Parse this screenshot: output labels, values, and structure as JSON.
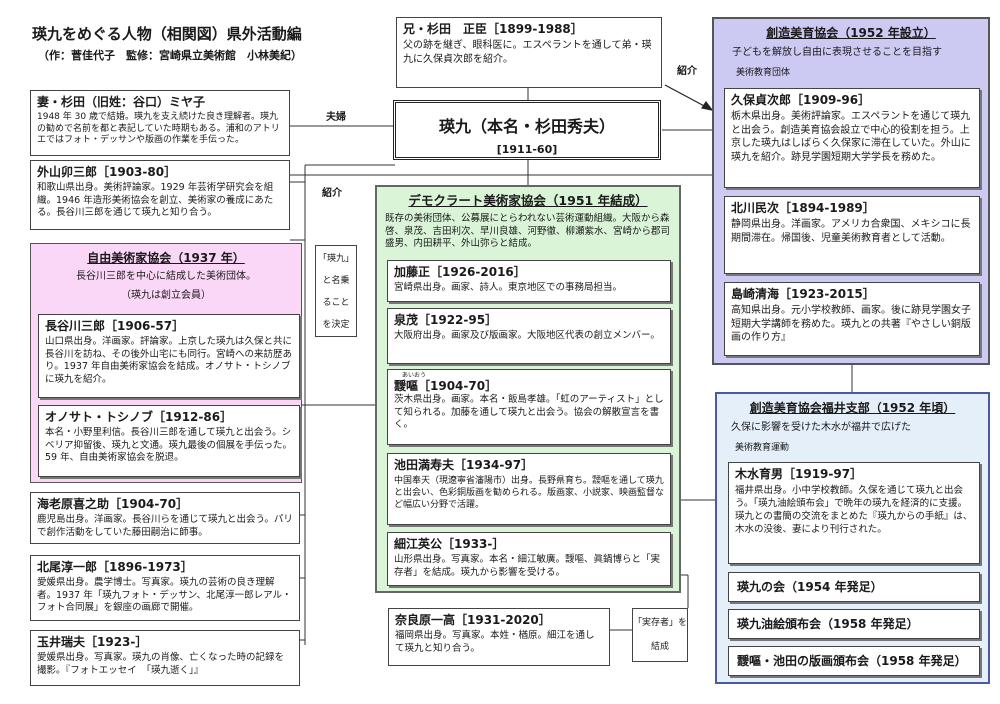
{
  "title": "瑛九をめぐる人物（相関図）県外活動編",
  "credit": "（作：菅佳代子　監修：宮崎県立美術館　小林美紀）",
  "center": {
    "name": "瑛九（本名・杉田秀夫）",
    "years": "[1911-60]"
  },
  "brother": {
    "name": "兄・杉田　正臣［1899-1988］",
    "desc": "父の跡を継ぎ、眼科医に。エスペラントを通して弟・瑛九に久保貞次郎を紹介。"
  },
  "wife": {
    "name": "妻・杉田（旧姓：谷口）ミヤ子",
    "desc": "1948 年 30 歳で結婚。瑛九を支え続けた良き理解者。瑛九の勧めで名前を都と表記していた時期もある。浦和のアトリエではフォト・デッサンや版画の作業を手伝った。"
  },
  "sotoyama": {
    "name": "外山卯三郎［1903-80］",
    "desc": "和歌山県出身。美術評論家。1929 年芸術学研究会を組織。1946 年造形美術協会を創立、美術家の養成にあたる。長谷川三郎を通じて瑛九と知り合う。"
  },
  "labels": {
    "fuufu": "夫婦",
    "shoukai1": "紹介",
    "shoukai2": "紹介",
    "naming": [
      "「瑛九」",
      "と名乗",
      "ること",
      "を決定"
    ],
    "jitsuzonsha": [
      "「実存者」を",
      "結成"
    ]
  },
  "jiyu": {
    "title": "自由美術家協会（1937 年）",
    "sub": "長谷川三郎を中心に結成した美術団体。",
    "note": "（瑛九は創立会員）",
    "members": [
      {
        "name": "長谷川三郎［1906-57］",
        "desc": "山口県出身。洋画家。評論家。上京した瑛九は久保と共に長谷川を訪ね、その後外山宅にも同行。宮崎への来訪歴あり。1937 年自由美術家協会を結成。オノサト・トシノブに瑛九を紹介。"
      },
      {
        "name": "オノサト・トシノブ［1912-86］",
        "desc": "本名・小野里利信。長谷川三郎を通して瑛九と出会う。シベリア抑留後、瑛九と文通。瑛九最後の個展を手伝った。59 年、自由美術家協会を脱退。"
      }
    ]
  },
  "left_people": [
    {
      "name": "海老原喜之助［1904-70］",
      "desc": "鹿児島出身。洋画家。長谷川らを通じて瑛九と出会う。パリで創作活動をしていた藤田嗣治に師事。"
    },
    {
      "name": "北尾淳一郎［1896-1973］",
      "desc": "愛媛県出身。農学博士。写真家。瑛九の芸術の良き理解者。1937 年「瑛九フォト・デッサン、北尾淳一郎レアル・フォト合同展」を銀座の画廊で開催。"
    },
    {
      "name": "玉井瑞夫［1923-］",
      "desc": "愛媛県出身。写真家。瑛九の肖像、亡くなった時の記録を撮影。『フォトエッセイ　「瑛九逝く」』"
    }
  ],
  "democrat": {
    "title": "デモクラート美術家協会（1951 年結成）",
    "sub": "既存の美術団体、公募展にとらわれない芸術運動組織。大阪から森啓、泉茂、吉田利次、早川良雄、河野徹、柳瀬紫水、宮崎から郡司盛男、内田耕平、外山弥らと結成。",
    "members": [
      {
        "name": "加藤正［1926-2016］",
        "desc": "宮崎県出身。画家、詩人。東京地区での事務局担当。"
      },
      {
        "name": "泉茂［1922-95］",
        "desc": "大阪府出身。画家及び版画家。大阪地区代表の創立メンバー。"
      },
      {
        "name": "靉嘔［1904-70］",
        "ruby": "あいおう",
        "desc": "茨木県出身。画家。本名・飯島孝雄。「虹のアーティスト」として知られる。加藤を通して瑛九と出会う。協会の解散宣言を書く。"
      },
      {
        "name": "池田満寿夫［1934-97］",
        "desc": "中国奉天（現遼寧省瀋陽市）出身。長野県育ち。靉嘔を通して瑛九と出会い、色彩銅版画を勧められる。版画家、小説家、映画監督など幅広い分野で活躍。"
      },
      {
        "name": "細江英公［1933-］",
        "desc": "山形県出身。写真家。本名・細江敏廣。靉嘔、眞鍋博らと「実存者」を結成。瑛九から影響を受ける。"
      }
    ]
  },
  "nara": {
    "name": "奈良原一高［1931-2020］",
    "desc": "福岡県出身。写真家。本姓・楢原。細江を通して瑛九と知り合う。"
  },
  "souzou": {
    "title": "創造美育協会（1952 年設立）",
    "sub": "子どもを解放し自由に表現させることを目指す",
    "sub2": "美術教育団体",
    "members": [
      {
        "name": "久保貞次郎［1909-96］",
        "desc": "栃木県出身。美術評論家。エスペラントを通じて瑛九と出会う。創造美育協会設立で中心的役割を担う。上京した瑛九はしばらく久保家に滞在していた。外山に瑛九を紹介。跡見学園短期大学学長を務めた。"
      },
      {
        "name": "北川民次［1894-1989］",
        "desc": "静岡県出身。洋画家。アメリカ合衆国、メキシコに長期間滞在。帰国後、児童美術教育者として活動。"
      },
      {
        "name": "島崎清海［1923-2015］",
        "desc": "高知県出身。元小学校教師、画家。後に跡見学園女子短期大学講師を務めた。瑛九との共著『やさしい銅版画の作り方』"
      }
    ]
  },
  "fukui": {
    "title": "創造美育協会福井支部（1952 年頃）",
    "sub": "久保に影響を受けた木水が福井で広げた",
    "sub2": "美術教育運動",
    "member": {
      "name": "木水育男［1919-97］",
      "desc": "福井県出身。小中学校教師。久保を通じて瑛九と出会う。「瑛九油絵頒布会」で晩年の瑛九を経済的に支援。瑛九との書簡の交流をまとめた『瑛九からの手紙』は、木水の没後、妻により刊行された。"
    },
    "events": [
      "瑛九の会（1954 年発足）",
      "瑛九油絵頒布会（1958 年発足）",
      "靉嘔・池田の版画頒布会（1958 年発足）"
    ]
  }
}
